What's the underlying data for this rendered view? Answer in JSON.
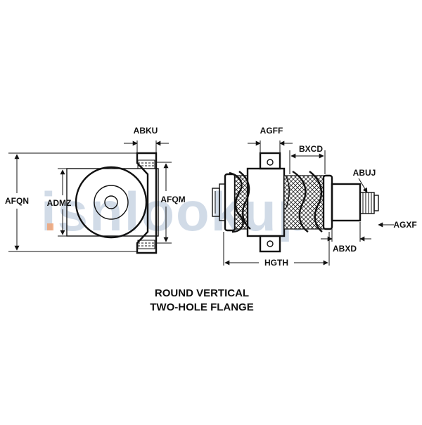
{
  "watermark": "isnlookup",
  "title": {
    "line1": "ROUND VERTICAL",
    "line2": "TWO-HOLE FLANGE"
  },
  "labels": {
    "abku": "ABKU",
    "afqn": "AFQN",
    "admz": "ADMZ",
    "afqm": "AFQM",
    "agff": "AGFF",
    "bxcd": "BXCD",
    "abuj": "ABUJ",
    "agxf": "AGXF",
    "abxd": "ABXD",
    "hgth": "HGTH"
  },
  "colors": {
    "line": "#111111",
    "watermark": "#9bb0cc",
    "watermark_accent": "#f0a070"
  }
}
